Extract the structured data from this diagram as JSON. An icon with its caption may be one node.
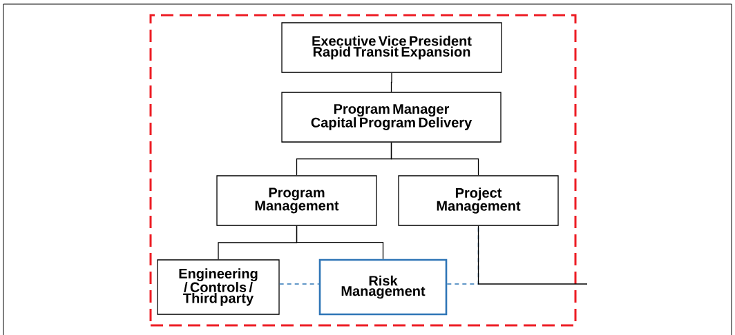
{
  "diagram": {
    "nodes": [
      {
        "text": [],
        "shape": "box"
      },
      {
        "text": [
          "Executive Vice President Rapid Transit Expansion"
        ],
        "in": 0
      },
      {
        "text": [
          "Program Manager Capital Program Delivery"
        ],
        "in": 0
      },
      {
        "text": [
          "Program Management"
        ],
        "in": 0
      },
      {
        "text": [
          "Project Management"
        ],
        "in": 0
      },
      {
        "text": [
          "Engineering / Controls / Third party"
        ],
        "in": 0
      },
      {
        "text": [
          "Risk Management"
        ],
        "in": 0
      }
    ],
    "edges": [
      {
        "from": 1,
        "to": 2,
        "arrow": "none"
      },
      {
        "from": 2,
        "to": 3,
        "arrow": "none"
      },
      {
        "from": 2,
        "to": 4,
        "arrow": "none"
      },
      {
        "from": 3,
        "to": 5,
        "arrow": "none"
      },
      {
        "from": 3,
        "to": 6,
        "arrow": "none"
      },
      {
        "from": 5,
        "to": 6,
        "arrow": "none",
        "style": "dashed",
        "color": "#2e75b6"
      },
      {
        "from": 6,
        "to": 4,
        "arrow": "none",
        "style": "dashed",
        "color": "#2e75b6"
      },
      {
        "from": 4,
        "to": null,
        "arrow": "none"
      }
    ]
  }
}
